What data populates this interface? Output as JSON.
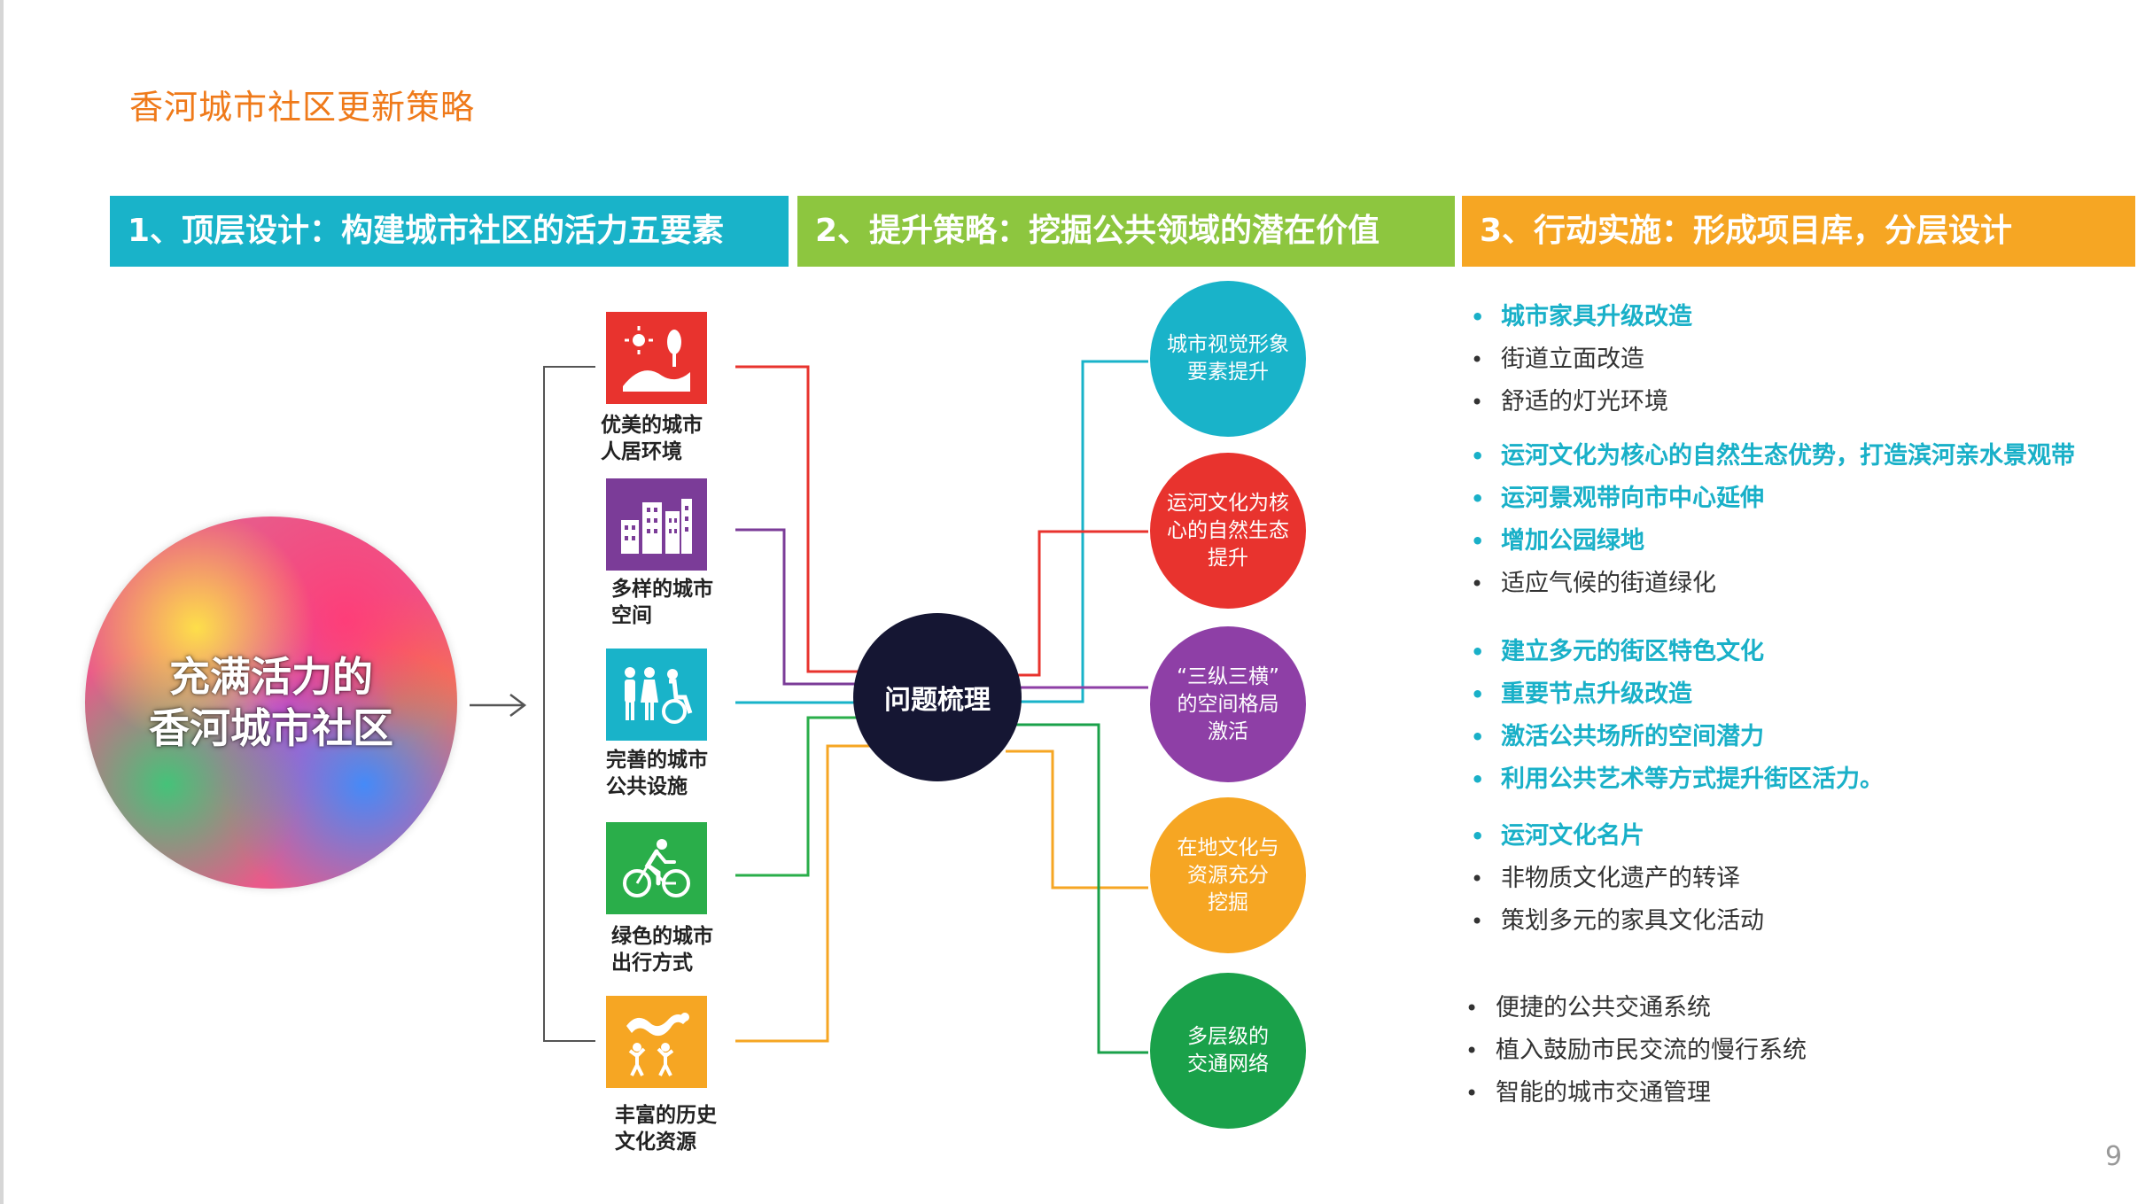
{
  "page": {
    "title": "香河城市社区更新策略",
    "number": "9"
  },
  "headers": [
    {
      "label": "1、顶层设计：构建城市社区的活力五要素",
      "color": "#19b3c9"
    },
    {
      "label": "2、提升策略：挖掘公共领域的潜在价值",
      "color": "#8dc63f"
    },
    {
      "label": "3、行动实施：形成项目库，分层设计",
      "color": "#f6a623"
    }
  ],
  "hub": {
    "line1": "充满活力的",
    "line2": "香河城市社区"
  },
  "elements": [
    {
      "line1": "优美的城市",
      "line2": "人居环境",
      "color": "#e8332e",
      "icon": "landscape-icon"
    },
    {
      "line1": "多样的城市",
      "line2": "空间",
      "color": "#7b3c98",
      "icon": "buildings-icon"
    },
    {
      "line1": "完善的城市",
      "line2": "公共设施",
      "color": "#19b3c9",
      "icon": "accessibility-icon"
    },
    {
      "line1": "绿色的城市",
      "line2": "出行方式",
      "color": "#2aae4a",
      "icon": "bicycle-icon"
    },
    {
      "line1": "丰富的历史",
      "line2": "文化资源",
      "color": "#f6a623",
      "icon": "dragon-dance-icon"
    }
  ],
  "center": {
    "label": "问题梳理",
    "color": "#151633"
  },
  "strategies": [
    {
      "line1": "城市视觉形象",
      "line2": "要素提升",
      "line3": "",
      "color": "#19b3c9"
    },
    {
      "line1": "运河文化为核",
      "line2": "心的自然生态",
      "line3": "提升",
      "color": "#e8332e"
    },
    {
      "line1": "“三纵三横”",
      "line2": "的空间格局",
      "line3": "激活",
      "color": "#8e3fa6"
    },
    {
      "line1": "在地文化与",
      "line2": "资源充分",
      "line3": "挖掘",
      "color": "#f6a623"
    },
    {
      "line1": "多层级的",
      "line2": "交通网络",
      "line3": "",
      "color": "#1aa14a"
    }
  ],
  "actions": [
    {
      "items": [
        {
          "text": "城市家具升级改造",
          "highlight": true
        },
        {
          "text": "街道立面改造",
          "highlight": false
        },
        {
          "text": "舒适的灯光环境",
          "highlight": false
        }
      ]
    },
    {
      "items": [
        {
          "text": "运河文化为核心的自然生态优势，打造滨河亲水景观带",
          "highlight": true
        },
        {
          "text": "运河景观带向市中心延伸",
          "highlight": true
        },
        {
          "text": "增加公园绿地",
          "highlight": true
        },
        {
          "text": "适应气候的街道绿化",
          "highlight": false
        }
      ]
    },
    {
      "items": [
        {
          "text": "建立多元的街区特色文化",
          "highlight": true
        },
        {
          "text": "重要节点升级改造",
          "highlight": true
        },
        {
          "text": "激活公共场所的空间潜力",
          "highlight": true
        },
        {
          "text": "利用公共艺术等方式提升街区活力。",
          "highlight": true
        }
      ]
    },
    {
      "items": [
        {
          "text": "运河文化名片",
          "highlight": true
        },
        {
          "text": "非物质文化遗产的转译",
          "highlight": false
        },
        {
          "text": "策划多元的家具文化活动",
          "highlight": false
        }
      ]
    },
    {
      "items": [
        {
          "text": "便捷的公共交通系统",
          "highlight": false
        },
        {
          "text": "植入鼓励市民交流的慢行系统",
          "highlight": false
        },
        {
          "text": "智能的城市交通管理",
          "highlight": false
        }
      ]
    }
  ],
  "colors": {
    "accent_title": "#ef7a1a",
    "highlight_text": "#19b0c8"
  }
}
